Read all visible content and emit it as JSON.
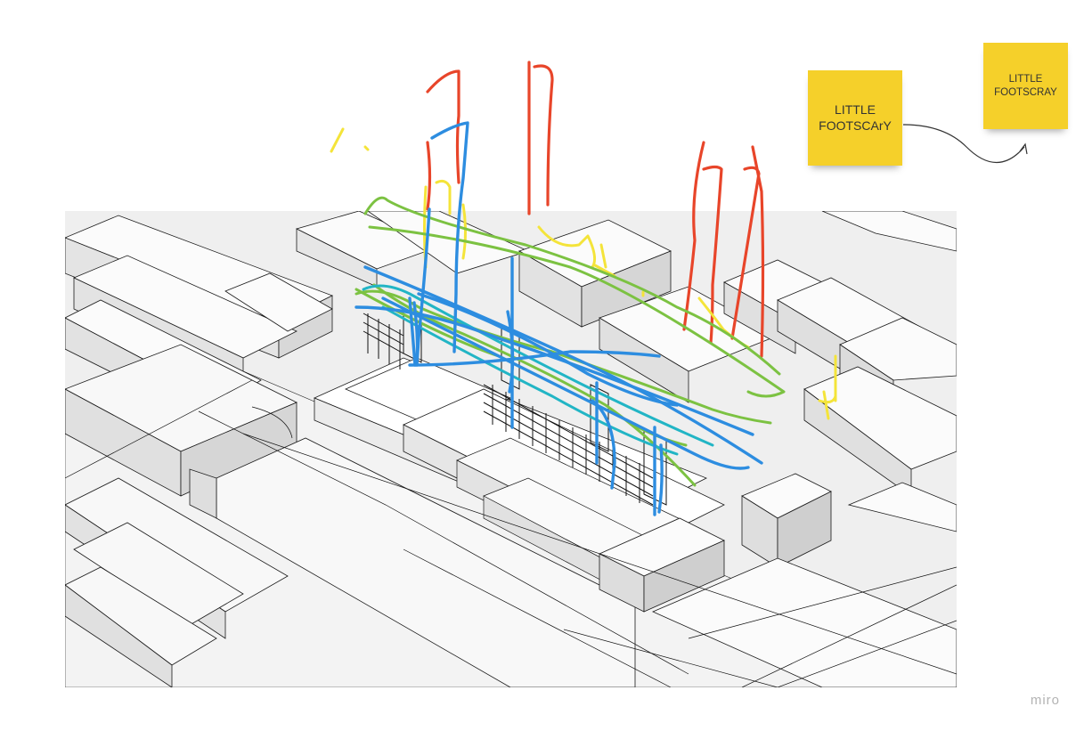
{
  "board": {
    "background": "#ffffff",
    "image_name": "3d-massing-model"
  },
  "stickies": [
    {
      "line1": "LITTLE",
      "line2": "FOOTSCArY",
      "color": "#f5d02a"
    },
    {
      "line1": "LITTLE",
      "line2": "FOOTSCRAY",
      "color": "#f5d02a"
    }
  ],
  "connector": {
    "color": "#333333",
    "arrowhead": "arrow"
  },
  "ink": {
    "colors": {
      "red": "#e8452a",
      "blue": "#2d8de0",
      "green": "#7cc242",
      "yellow": "#f4e43a",
      "teal": "#22b5c5"
    }
  },
  "watermark": {
    "text": "miro"
  }
}
